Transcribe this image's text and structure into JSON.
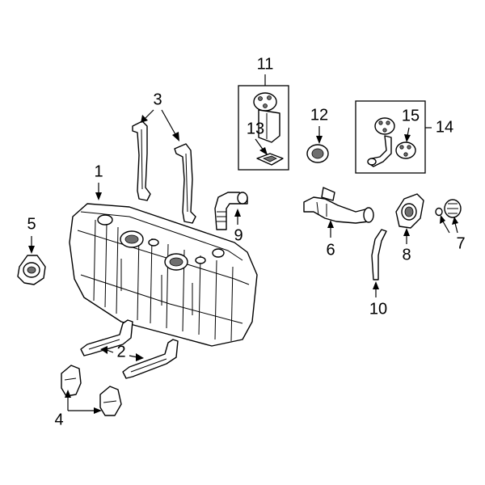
{
  "callouts": {
    "c1": "1",
    "c2": "2",
    "c3": "3",
    "c4": "4",
    "c5": "5",
    "c6": "6",
    "c7": "7",
    "c8": "8",
    "c9": "9",
    "c10": "10",
    "c11": "11",
    "c12": "12",
    "c13": "13",
    "c14": "14",
    "c15": "15"
  },
  "parts": [
    {
      "ref": "1",
      "item": "fuel-tank"
    },
    {
      "ref": "2",
      "item": "tank-straps"
    },
    {
      "ref": "3",
      "item": "tank-brackets"
    },
    {
      "ref": "4",
      "item": "strap-clips"
    },
    {
      "ref": "5",
      "item": "pump-cover-plate"
    },
    {
      "ref": "6",
      "item": "filler-neck"
    },
    {
      "ref": "7",
      "item": "fuel-cap"
    },
    {
      "ref": "8",
      "item": "filler-housing"
    },
    {
      "ref": "9",
      "item": "vent-hose"
    },
    {
      "ref": "10",
      "item": "breather-hose"
    },
    {
      "ref": "11",
      "item": "fuel-pump-assembly"
    },
    {
      "ref": "12",
      "item": "pump-seal"
    },
    {
      "ref": "13",
      "item": "fuel-pump-sub-assembly"
    },
    {
      "ref": "14",
      "item": "sending-unit-assembly"
    },
    {
      "ref": "15",
      "item": "sending-unit-flange"
    }
  ]
}
